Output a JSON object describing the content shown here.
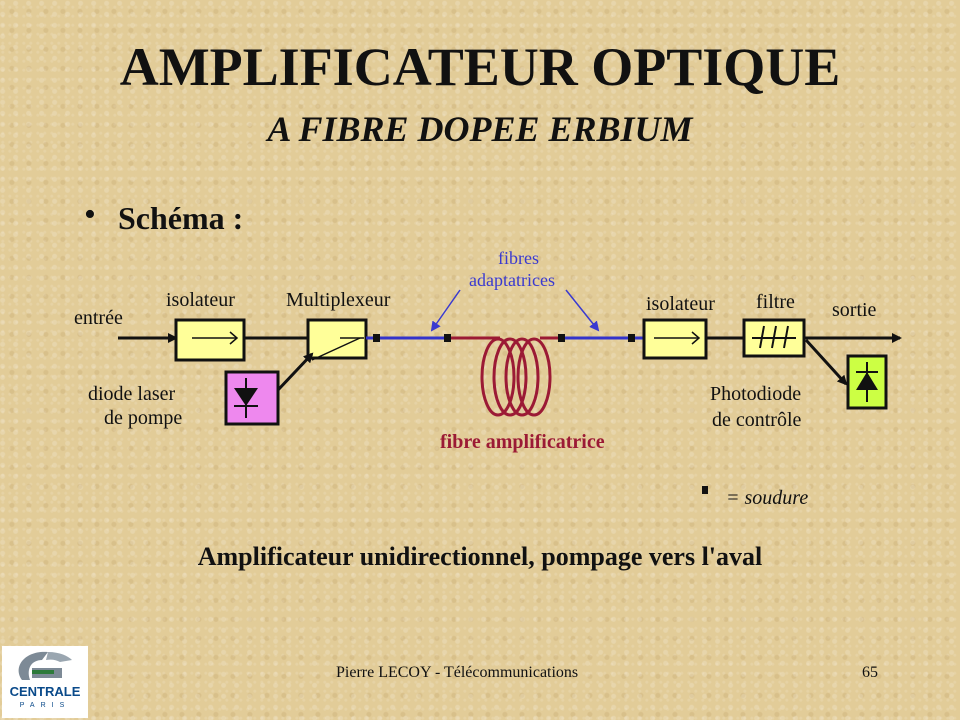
{
  "title": "AMPLIFICATEUR OPTIQUE",
  "subtitle": "A FIBRE DOPEE ERBIUM",
  "bullet": "Schéma :",
  "diagram": {
    "entree": "entrée",
    "isolateur_in": "isolateur",
    "multiplexeur": "Multiplexeur",
    "fibres_adapt_1": "fibres",
    "fibres_adapt_2": "adaptatrices",
    "isolateur_out": "isolateur",
    "filtre": "filtre",
    "sortie": "sortie",
    "diode_1": "diode laser",
    "diode_2": "de pompe",
    "fibre_amplificatrice": "fibre amplificatrice",
    "photodiode_1": "Photodiode",
    "photodiode_2": "de contrôle",
    "legend": "= soudure"
  },
  "caption": "Amplificateur unidirectionnel, pompage vers l'aval",
  "footer": "Pierre LECOY - Télécommunications",
  "page_number": "65",
  "logo": {
    "name": "CENTRALE",
    "sub": "PARIS"
  },
  "colors": {
    "background": "#e2cc98",
    "component_fill": "#ffff99",
    "diode_fill": "#ee88ee",
    "photodiode_fill": "#ccff44",
    "fiber_blue": "#3333cc",
    "fiber_red": "#9b1a35"
  }
}
